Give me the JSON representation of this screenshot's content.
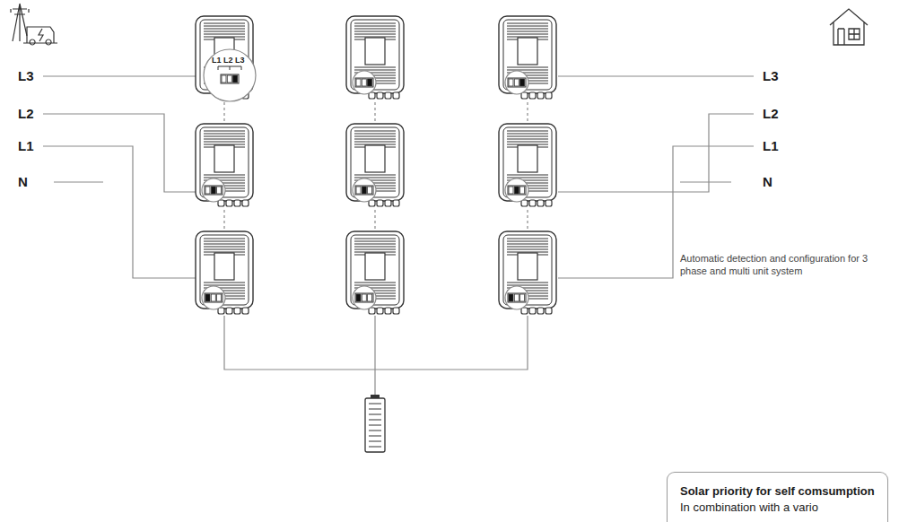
{
  "diagram": {
    "nodes": [
      {
        "text": [
          "Solar priority for self comsumption",
          "In combination with a vario"
        ]
      }
    ],
    "labels": [
      "L3",
      "L2",
      "L1",
      "N",
      "L1",
      "L2",
      "L3",
      "L3",
      "L2",
      "L1",
      "N",
      "Automatic detection and configuration for 3 phase and multi unit system"
    ]
  }
}
